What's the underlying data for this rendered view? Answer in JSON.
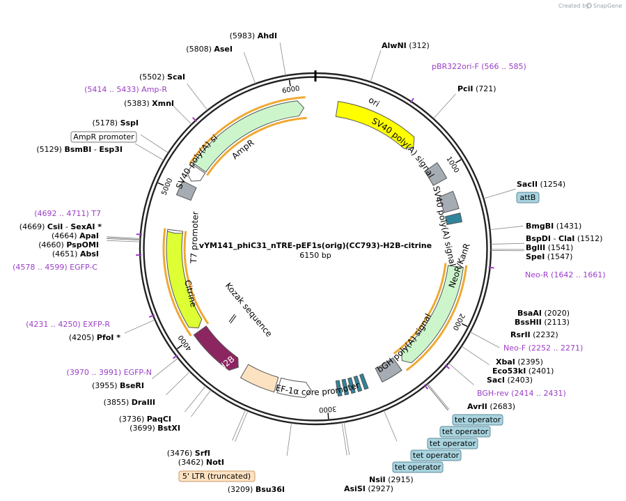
{
  "credit": {
    "text": "Created by",
    "brand": "SnapGene"
  },
  "plasmid": {
    "name": "vYM141_phiC31_nTRE-pEF1s(orig)(CC793)-H2B-citrine",
    "size_label": "6150 bp",
    "length": 6150
  },
  "ticks": [
    {
      "bp": 1000,
      "label": "1000"
    },
    {
      "bp": 2000,
      "label": "2000"
    },
    {
      "bp": 3000,
      "label": "3000"
    },
    {
      "bp": 4000,
      "label": "4000"
    },
    {
      "bp": 5000,
      "label": "5000"
    },
    {
      "bp": 6000,
      "label": "6000"
    }
  ],
  "features": [
    {
      "name": "ori",
      "label": "ori",
      "start": 150,
      "end": 750,
      "dir": 1,
      "color": "#ffff00"
    },
    {
      "name": "sv40-polya-1",
      "label": "SV40 poly(A) signal",
      "start": 935,
      "end": 1055,
      "dir": 0,
      "color": "#a6acb3"
    },
    {
      "name": "sv40-polya-2",
      "label": "SV40 poly(A) signal",
      "start": 1150,
      "end": 1270,
      "dir": 0,
      "color": "#a6acb3"
    },
    {
      "name": "attb-box",
      "label": "",
      "start": 1300,
      "end": 1360,
      "dir": 0,
      "color": "#31849b"
    },
    {
      "name": "neor-kanr",
      "label": "NeoR/KanR",
      "start": 1660,
      "end": 2430,
      "dir": 1,
      "color": "#ccf5cc"
    },
    {
      "name": "bgh-polya",
      "label": "bGH poly(A) signal",
      "start": 2470,
      "end": 2620,
      "dir": 0,
      "color": "#a6acb3"
    },
    {
      "name": "tet-op-box-1",
      "label": "",
      "start": 2720,
      "end": 2745,
      "dir": 0,
      "color": "#31849b"
    },
    {
      "name": "tet-op-box-2",
      "label": "",
      "start": 2765,
      "end": 2790,
      "dir": 0,
      "color": "#31849b"
    },
    {
      "name": "tet-op-box-3",
      "label": "",
      "start": 2810,
      "end": 2835,
      "dir": 0,
      "color": "#31849b"
    },
    {
      "name": "tet-op-box-4",
      "label": "",
      "start": 2855,
      "end": 2880,
      "dir": 0,
      "color": "#31849b"
    },
    {
      "name": "tet-op-box-5",
      "label": "",
      "start": 2900,
      "end": 2925,
      "dir": 0,
      "color": "#31849b"
    },
    {
      "name": "ef1a-core-promoter",
      "label": "EF-1α core promoter",
      "start": 3105,
      "end": 3330,
      "dir": -1,
      "color": "#ffffff"
    },
    {
      "name": "five-ltr",
      "label": "",
      "start": 3350,
      "end": 3590,
      "dir": 0,
      "color": "#fde2c2"
    },
    {
      "name": "h2b",
      "label": "H2B",
      "start": 3640,
      "end": 4010,
      "dir": -1,
      "color": "#8c2660"
    },
    {
      "name": "citrine",
      "label": "Citrine",
      "start": 4030,
      "end": 4730,
      "dir": -1,
      "color": "#ddff33"
    },
    {
      "name": "t7-promoter",
      "label": "T7 promoter",
      "start": 4720,
      "end": 4740,
      "dir": -1,
      "color": "#ffffff"
    },
    {
      "name": "sv40-polya-3",
      "label": "SV40 poly(A) signal",
      "start": 4975,
      "end": 5075,
      "dir": 0,
      "color": "#a6acb3"
    },
    {
      "name": "ampr-promoter",
      "label": "",
      "start": 5100,
      "end": 5200,
      "dir": -1,
      "color": "#ffffff"
    },
    {
      "name": "ampr",
      "label": "AmpR",
      "start": 5210,
      "end": 6070,
      "dir": 1,
      "color": "#ccf5cc"
    }
  ],
  "inner_labels": [
    {
      "name": "kozak-label",
      "text": "Kozak sequence"
    }
  ],
  "enzymes": [
    {
      "name": "AhdI",
      "pos": "5983"
    },
    {
      "name": "AseI",
      "pos": "5808"
    },
    {
      "name": "ScaI",
      "pos": "5502"
    },
    {
      "name": "XmnI",
      "pos": "5383"
    },
    {
      "name": "SspI",
      "pos": "5178"
    },
    {
      "name": "BsmBI",
      "pos": "5129",
      "extra": "Esp3I"
    },
    {
      "name": "CsiI",
      "pos": "4669",
      "extra": "SexAI *"
    },
    {
      "name": "ApaI",
      "pos": "4664"
    },
    {
      "name": "PspOMI",
      "pos": "4660"
    },
    {
      "name": "AbsI",
      "pos": "4651"
    },
    {
      "name": "PfoI *",
      "pos": "4205"
    },
    {
      "name": "BseRI",
      "pos": "3955"
    },
    {
      "name": "DraIII",
      "pos": "3855"
    },
    {
      "name": "PaqCI",
      "pos": "3736"
    },
    {
      "name": "BstXI",
      "pos": "3699"
    },
    {
      "name": "SrfI",
      "pos": "3476"
    },
    {
      "name": "NotI",
      "pos": "3462"
    },
    {
      "name": "Bsu36I",
      "pos": "3209"
    },
    {
      "name": "AlwNI",
      "pos": "312"
    },
    {
      "name": "PciI",
      "pos": "721"
    },
    {
      "name": "SacII",
      "pos": "1254"
    },
    {
      "name": "BmgBI",
      "pos": "1431"
    },
    {
      "name": "BspDI",
      "pos": "1512",
      "extra": "ClaI"
    },
    {
      "name": "BglII",
      "pos": "1541"
    },
    {
      "name": "SpeI",
      "pos": "1547"
    },
    {
      "name": "BsaAI",
      "pos": "2020"
    },
    {
      "name": "BssHII",
      "pos": "2113"
    },
    {
      "name": "RsrII",
      "pos": "2232"
    },
    {
      "name": "XbaI",
      "pos": "2395"
    },
    {
      "name": "Eco53kI",
      "pos": "2401"
    },
    {
      "name": "SacI",
      "pos": "2403"
    },
    {
      "name": "AvrII",
      "pos": "2683"
    },
    {
      "name": "NsiI",
      "pos": "2915"
    },
    {
      "name": "AsiSI",
      "pos": "2927"
    }
  ],
  "primers": [
    {
      "name": "Amp-R",
      "range": "5414 .. 5433"
    },
    {
      "name": "T7",
      "range": "4692 .. 4711"
    },
    {
      "name": "EGFP-C",
      "range": "4578 .. 4599"
    },
    {
      "name": "EXFP-R",
      "range": "4231 .. 4250"
    },
    {
      "name": "EGFP-N",
      "range": "3970 .. 3991"
    },
    {
      "name": "pBR322ori-F",
      "range": "566 .. 585"
    },
    {
      "name": "Neo-R",
      "range": "1642 .. 1661"
    },
    {
      "name": "Neo-F",
      "range": "2252 .. 2271"
    },
    {
      "name": "BGH-rev",
      "range": "2414 .. 2431"
    }
  ],
  "boxed_labels": [
    {
      "name": "ampr-promoter-label",
      "text": "AmpR promoter",
      "color": "#ffffff"
    },
    {
      "name": "attb-label",
      "text": "attB",
      "color": "#a9d4df"
    },
    {
      "name": "tet-operator-label-1",
      "text": "tet operator",
      "color": "#a9d4df"
    },
    {
      "name": "tet-operator-label-2",
      "text": "tet operator",
      "color": "#a9d4df"
    },
    {
      "name": "tet-operator-label-3",
      "text": "tet operator",
      "color": "#a9d4df"
    },
    {
      "name": "tet-operator-label-4",
      "text": "tet operator",
      "color": "#a9d4df"
    },
    {
      "name": "tet-operator-label-5",
      "text": "tet operator",
      "color": "#a9d4df"
    },
    {
      "name": "ltr-label",
      "text": "5' LTR (truncated)",
      "color": "#fde2c2"
    }
  ],
  "colors": {
    "backbone": "#222222",
    "primer": "#9a3dc7",
    "highlight": "#f0a830"
  }
}
